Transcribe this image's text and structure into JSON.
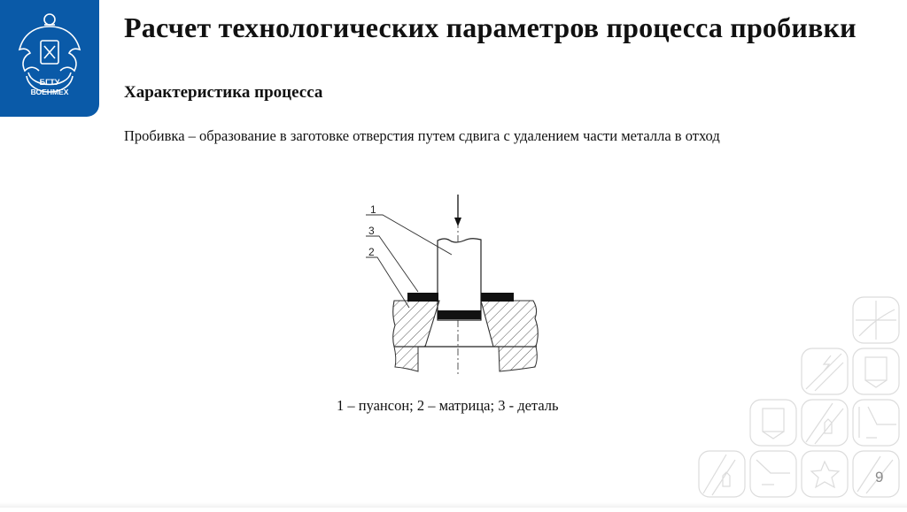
{
  "slide": {
    "title": "Расчет технологических параметров процесса пробивки",
    "subtitle": "Характеристика процесса",
    "definition": "Пробивка – образование в заготовке отверстия путем сдвига с удалением части металла в отход",
    "caption": "1 – пуансон; 2 – матрица; 3 - деталь",
    "page_number": "9"
  },
  "logo": {
    "icon": "university-crest-icon",
    "text_line1": "БГТУ",
    "text_line2": "ВОЕНМЕХ",
    "background": "#0a5aa8"
  },
  "figure": {
    "labels": [
      "1",
      "3",
      "2"
    ],
    "force_arrow": "arrow-down-icon"
  },
  "decoration": {
    "tiles_icon": "circuit-tiles-pattern-icon"
  }
}
